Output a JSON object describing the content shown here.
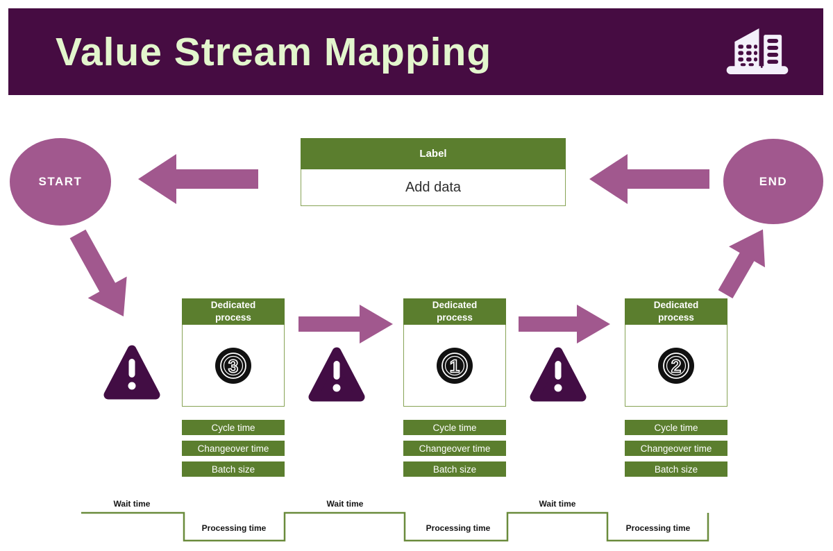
{
  "header": {
    "title": "Value Stream Mapping"
  },
  "nodes": {
    "start_label": "START",
    "end_label": "END"
  },
  "data_box": {
    "header_label": "Label",
    "value_placeholder": "Add data"
  },
  "processes": [
    {
      "header": "Dedicated process",
      "number": "3",
      "metrics": [
        "Cycle time",
        "Changeover time",
        "Batch size"
      ]
    },
    {
      "header": "Dedicated process",
      "number": "1",
      "metrics": [
        "Cycle time",
        "Changeover time",
        "Batch size"
      ]
    },
    {
      "header": "Dedicated process",
      "number": "2",
      "metrics": [
        "Cycle time",
        "Changeover time",
        "Batch size"
      ]
    }
  ],
  "timeline": {
    "wait_label": "Wait time",
    "processing_label": "Processing time"
  },
  "colors": {
    "banner_purple": "#460C42",
    "title_green": "#E3F6CD",
    "accent_mauve": "#A1588E",
    "warning_purple": "#420D44",
    "olive_green": "#5B7E2E",
    "badge_black": "#111111",
    "icon_white": "#F3F0FA"
  }
}
